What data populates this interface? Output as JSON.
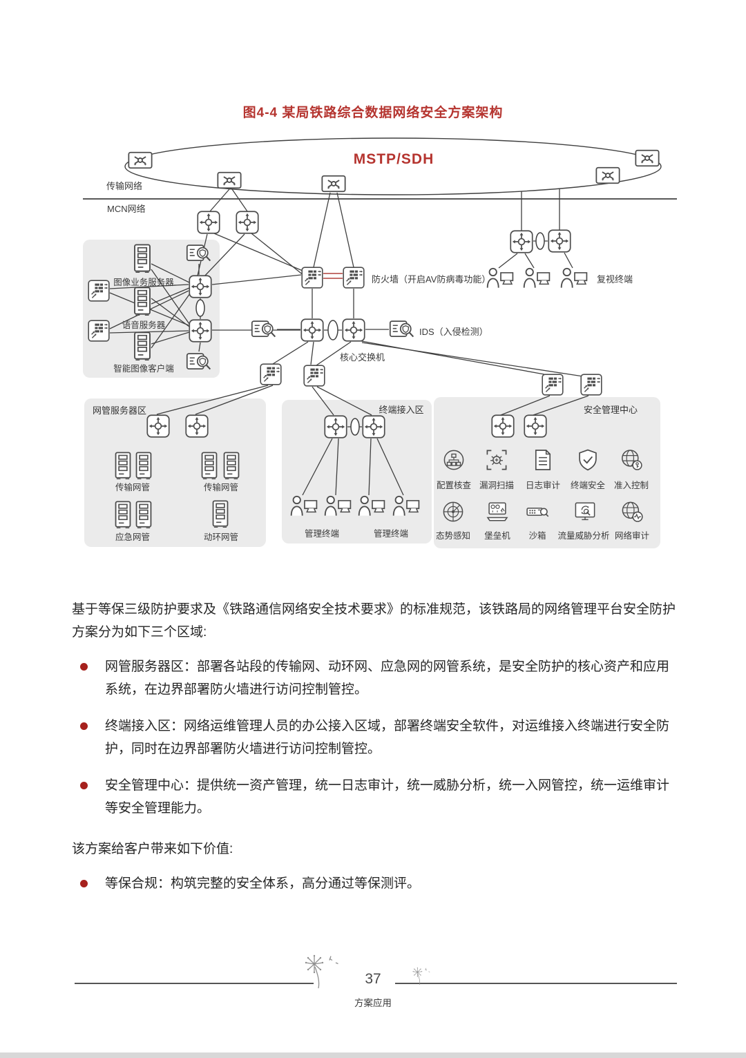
{
  "page": {
    "title": "图4-4 某局铁路综合数据网络安全方案架构"
  },
  "colors": {
    "title_red": "#b5342f",
    "ha_link_red": "#b0403c",
    "bullet_red": "#a6211d"
  },
  "diagram": {
    "cloud_label": "MSTP/SDH",
    "layer_labels": {
      "transport": "传输网络",
      "mcn": "MCN网络"
    },
    "node_labels": {
      "firewall": "防火墙（开启AV防病毒功能）",
      "ids": "IDS（入侵检测）",
      "core_switch": "核心交换机",
      "review_terminal": "复视终端",
      "image_server": "图像业务服务器",
      "voice_server": "语音服务器",
      "image_client": "智能图像客户端"
    },
    "zones": {
      "nms": {
        "title": "网管服务器区",
        "groups": [
          "传输网管",
          "传输网管",
          "应急网管",
          "动环网管"
        ]
      },
      "terminal": {
        "title": "终端接入区",
        "groups": [
          "管理终端",
          "管理终端"
        ]
      },
      "soc": {
        "title": "安全管理中心",
        "row1": [
          "配置核查",
          "漏洞扫描",
          "日志审计",
          "终端安全",
          "准入控制"
        ],
        "row2": [
          "态势感知",
          "堡垒机",
          "沙箱",
          "流量威胁分析",
          "网络审计"
        ]
      }
    }
  },
  "body": {
    "intro": "基于等保三级防护要求及《铁路通信网络安全技术要求》的标准规范，该铁路局的网络管理平台安全防护方案分为如下三个区域:",
    "bullets": [
      "网管服务器区：部署各站段的传输网、动环网、应急网的网管系统，是安全防护的核心资产和应用系统，在边界部署防火墙进行访问控制管控。",
      "终端接入区：网络运维管理人员的办公接入区域，部署终端安全软件，对运维接入终端进行安全防护，同时在边界部署防火墙进行访问控制管控。",
      "安全管理中心：提供统一资产管理，统一日志审计，统一威胁分析，统一入网管控，统一运维审计等安全管理能力。"
    ],
    "value_intro": "该方案给客户带来如下价值:",
    "value_bullets": [
      "等保合规：构筑完整的安全体系，高分通过等保测评。"
    ]
  },
  "footer": {
    "page_number": "37",
    "section": "方案应用"
  }
}
